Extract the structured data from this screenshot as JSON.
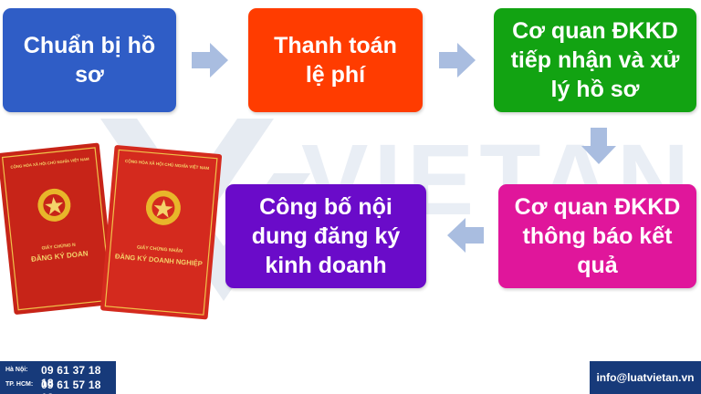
{
  "steps": [
    {
      "id": "s1",
      "lines": [
        "Chuẩn bị hồ",
        "sơ"
      ],
      "color": "#2f5dc6"
    },
    {
      "id": "s2",
      "lines": [
        "Thanh toán",
        "lệ phí"
      ],
      "color": "#ff3c00"
    },
    {
      "id": "s3",
      "lines": [
        "Cơ quan ĐKKD",
        "tiếp nhận và xử",
        "lý hồ sơ"
      ],
      "color": "#12a312"
    },
    {
      "id": "s4",
      "lines": [
        "Cơ quan ĐKKD",
        "thông báo kết",
        "quả"
      ],
      "color": "#e0169b"
    },
    {
      "id": "s5",
      "lines": [
        "Công bố nội",
        "dung đăng ký",
        "kinh doanh"
      ],
      "color": "#6a0bc9"
    }
  ],
  "arrow_color": "#a9bde0",
  "watermark": {
    "text": "VIETAN",
    "color": "#e6ebf2"
  },
  "certificate": {
    "header": "CỘNG HÒA XÃ HỘI CHỦ NGHĨA VIỆT NAM",
    "title_small": "GIẤY CHỨNG NHẬN",
    "title_big": "ĐĂNG KÝ DOANH NGHIỆP",
    "back_title_small": "GIẤY CHỨNG N",
    "back_title_big": "ĐĂNG KÝ DOAN",
    "cover_color": "#d42a1e",
    "emblem_color": "#e8b62a"
  },
  "footer": {
    "hanoi_label": "Hà Nội:",
    "hanoi_phone": "09 61 37 18 18",
    "hcm_label": "TP. HCM:",
    "hcm_phone": "09 61 57 18 18",
    "email": "info@luatvietan.vn",
    "bg_color": "#173a7a"
  }
}
